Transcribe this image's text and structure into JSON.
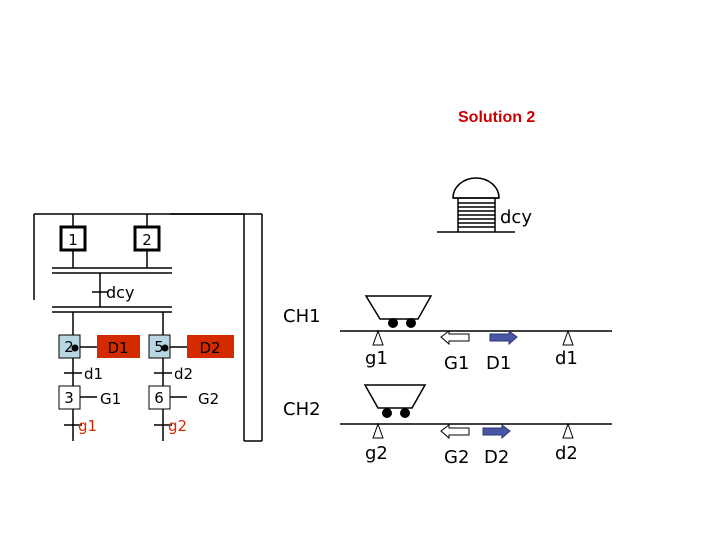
{
  "title": "Solution 2",
  "colors": {
    "accent_red": "#d42a00",
    "accent_red_text": "#cc0000",
    "step_blue": "#b9d7e3",
    "arrow_blue": "#4a55a5",
    "line": "#000000"
  },
  "grafcet": {
    "step_1": "1",
    "step_2": "2",
    "transition_dcy": "dcy",
    "branch_left": {
      "step_a": "2",
      "action_a": "D1",
      "trans_a": "d1",
      "step_b": "3",
      "action_b": "G1",
      "trans_b": "g1"
    },
    "branch_right": {
      "step_a": "5",
      "action_a": "D2",
      "trans_a": "d2",
      "step_b": "6",
      "action_b": "G2",
      "trans_b": "g2"
    }
  },
  "button_label": "dcy",
  "ch1": {
    "label": "CH1",
    "sensor_left": "g1",
    "dir_left": "G1",
    "dir_right": "D1",
    "sensor_right": "d1"
  },
  "ch2": {
    "label": "CH2",
    "sensor_left": "g2",
    "dir_left": "G2",
    "dir_right": "D2",
    "sensor_right": "d2"
  }
}
